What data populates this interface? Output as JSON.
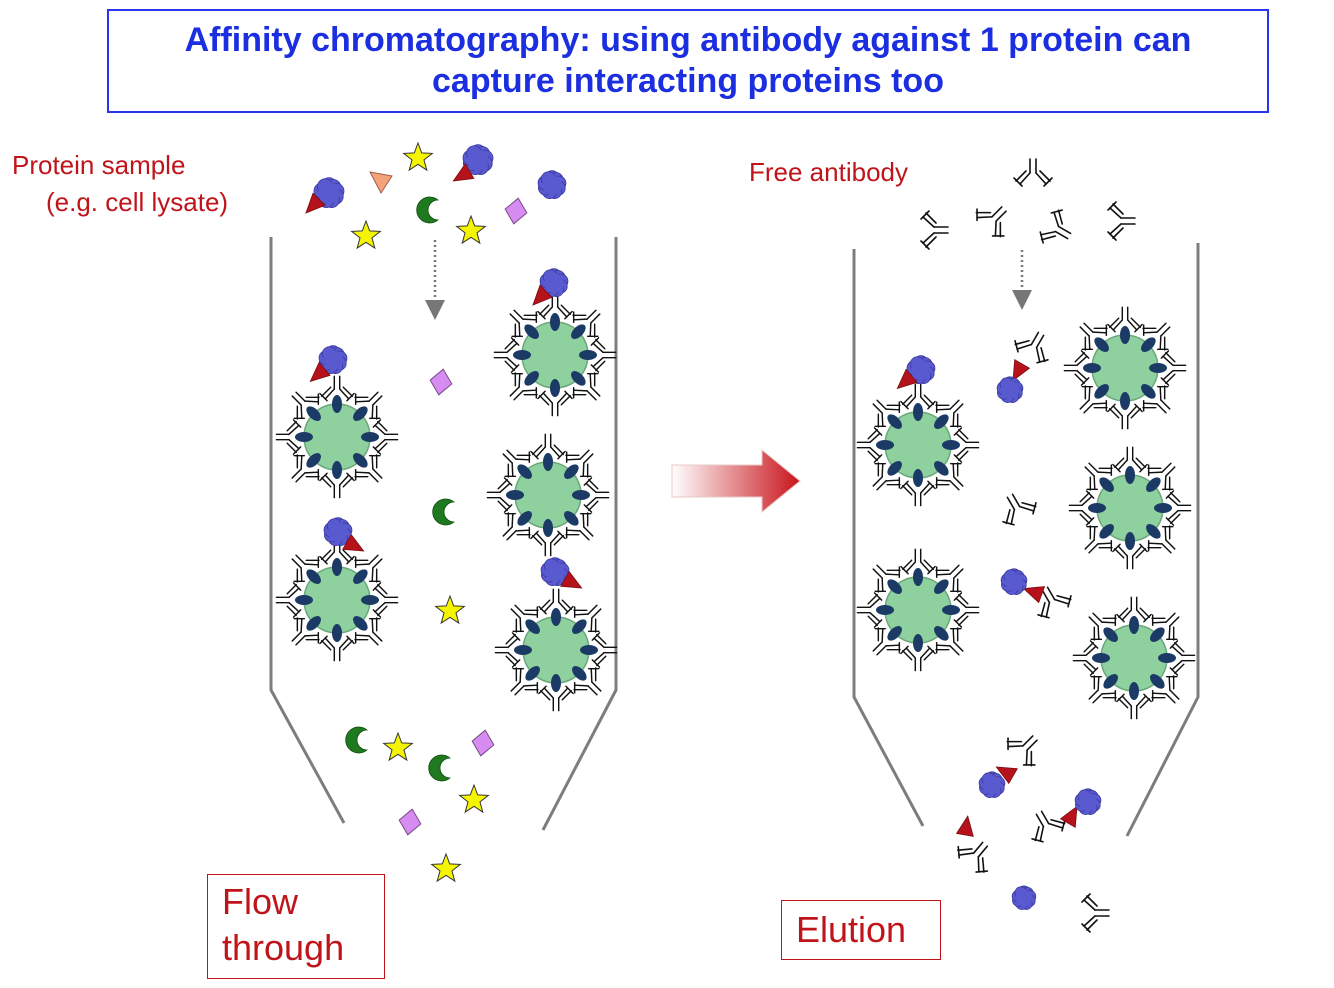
{
  "title": {
    "line1": "Affinity chromatography: using antibody against 1 protein can",
    "line2": "capture interacting proteins too"
  },
  "left_panel": {
    "sample_label_line1": "Protein sample",
    "sample_label_line2": "(e.g. cell lysate)",
    "result_label_line1": "Flow",
    "result_label_line2": "through"
  },
  "right_panel": {
    "sample_label": "Free antibody",
    "result_label": "Elution"
  },
  "colors": {
    "title_text": "#1b2fe0",
    "title_border": "#2a33ee",
    "label_red": "#c0141b",
    "bead_green": "#8fd19e",
    "bead_edge": "#6aa87a",
    "antibody_anchor": "#1c3a66",
    "target_protein": "#5a5ad0",
    "bait_triangle": "#b5121b",
    "star": "#f5f500",
    "diamond": "#d68cf0",
    "crescent": "#1f7a1f",
    "orange_triangle": "#f4a27a",
    "column_wall": "#7d7d7d",
    "process_arrow": "#c8141b"
  }
}
